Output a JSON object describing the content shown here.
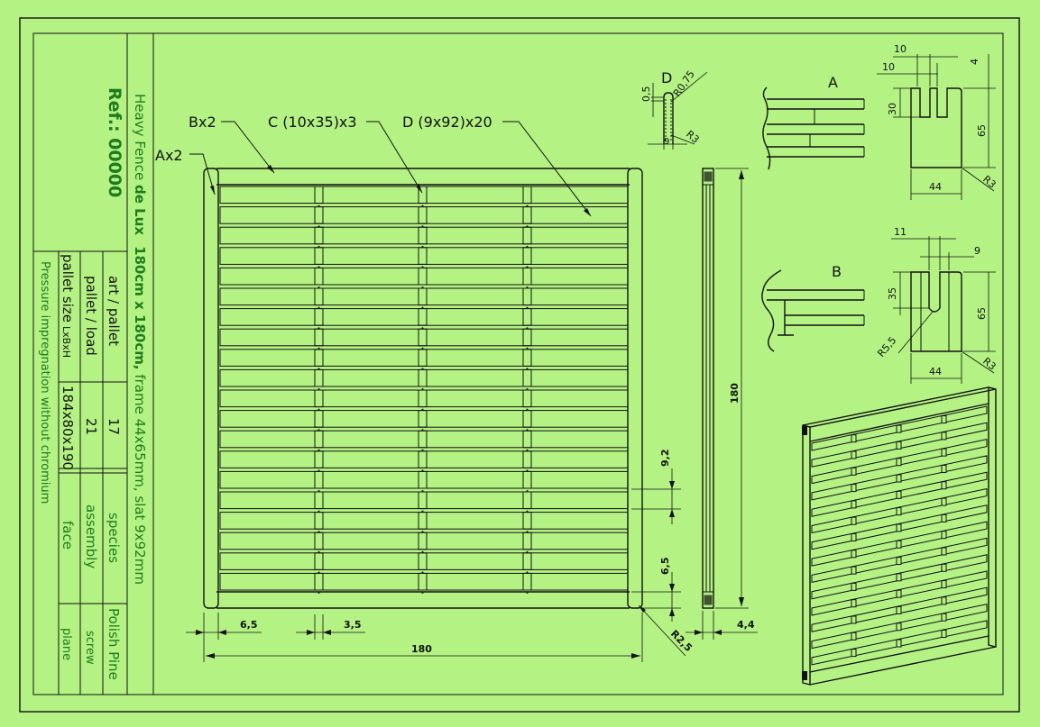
{
  "title_block": {
    "ref": "Ref.: 00000",
    "product_prefix": "Heavy Fence ",
    "product_brand": "de Lux",
    "product_spec": "180cm x 180cm,",
    "product_tail": " frame 44x65mm, slat 9x92mm",
    "note": "Pressure impregnation without chromium",
    "rows": [
      {
        "label": "art / pallet",
        "value": "17",
        "field": "species",
        "field_value": "Polish Pine"
      },
      {
        "label": "pallet / load",
        "value": "21",
        "field": "assembly",
        "field_value": "screw"
      },
      {
        "label": "pallet size",
        "label_suffix": "LxBxH",
        "value": "184x80x190",
        "field": "face",
        "field_value": "plane"
      }
    ]
  },
  "callouts": {
    "A": "Ax2",
    "B": "Bx2",
    "C": "C (10x35)x3",
    "D": "D (9x92)x20"
  },
  "front_view_dims": {
    "width": "180",
    "left_gap": "6,5",
    "batten_gap": "3,5",
    "slat_gap": "9,2",
    "bottom_gap": "6,5",
    "corner_radius": "R2,5"
  },
  "side_view_dims": {
    "height": "180",
    "thickness": "4,4"
  },
  "detail_d": {
    "label": "D",
    "dim_top": "0,5",
    "dim_width": "9",
    "radius_small": "R0,75",
    "radius": "R3"
  },
  "detail_a": {
    "label": "A",
    "dim_slot_a": "10",
    "dim_slot_b": "10",
    "dim_lip": "4",
    "dim_depth": "30",
    "dim_height": "65",
    "dim_width": "44",
    "radius": "R3"
  },
  "detail_b": {
    "label": "B",
    "dim_slot_a": "11",
    "dim_slot_b": "9",
    "dim_depth": "35",
    "dim_height": "65",
    "dim_width": "44",
    "radius_inner": "R5,5",
    "radius": "R3"
  }
}
